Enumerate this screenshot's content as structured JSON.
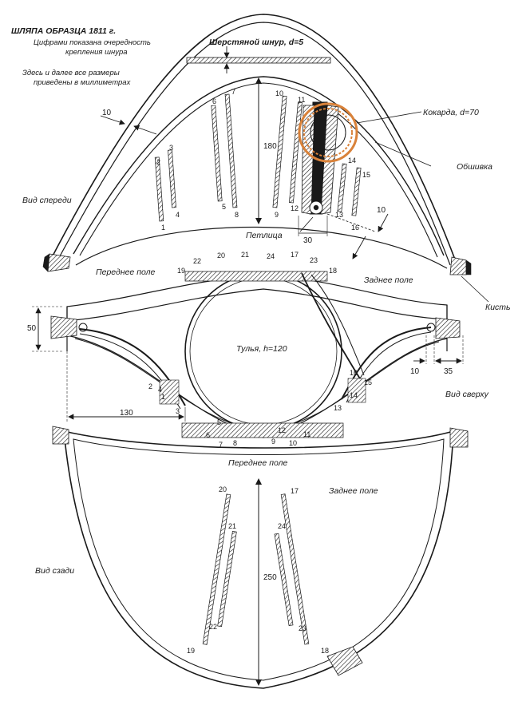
{
  "notes": {
    "title": "ШЛЯПА ОБРАЗЦА 1811 г.",
    "order_note_1": "Цифрами показана очередность",
    "order_note_2": "крепления шнура",
    "dims_note_1": "Здесь и далее все размеры",
    "dims_note_2": "приведены в миллиметрах"
  },
  "labels": {
    "cord": "Шерстяной шнур, d=5",
    "cockade": "Кокарда, d=70",
    "trim": "Обшивка",
    "front_view": "Вид спереди",
    "loop": "Петлица",
    "front_brim_top": "Переднее поле",
    "back_brim_top": "Заднее поле",
    "tassel": "Кисть",
    "crown": "Тулья, h=120",
    "top_view": "Вид сверху",
    "front_brim_mid": "Переднее поле",
    "back_brim_low": "Заднее поле",
    "back_view": "Вид сзади"
  },
  "dimensions": {
    "d10_a": "10",
    "d180": "180",
    "d30": "30",
    "d10_b": "10",
    "d50": "50",
    "d10_c": "10",
    "d35": "35",
    "d130": "130",
    "d250": "250"
  },
  "cord_numbers": {
    "front": [
      "1",
      "2",
      "3",
      "4",
      "5",
      "6",
      "7",
      "8",
      "9",
      "10",
      "11",
      "12",
      "13",
      "14",
      "15",
      "16"
    ],
    "top_ring": [
      "19",
      "22",
      "20",
      "21",
      "24",
      "17",
      "23",
      "18"
    ],
    "top_left": [
      "2",
      "4",
      "1",
      "3"
    ],
    "top_right": [
      "16",
      "15",
      "14",
      "13"
    ],
    "top_bottom": [
      "5",
      "6",
      "7",
      "8",
      "9",
      "10",
      "11",
      "12"
    ],
    "back": [
      "20",
      "21",
      "22",
      "19",
      "17",
      "24",
      "23",
      "18"
    ]
  },
  "colors": {
    "ink": "#1a1a1a",
    "cockade_ring": "#d9823a",
    "paper": "#ffffff"
  }
}
